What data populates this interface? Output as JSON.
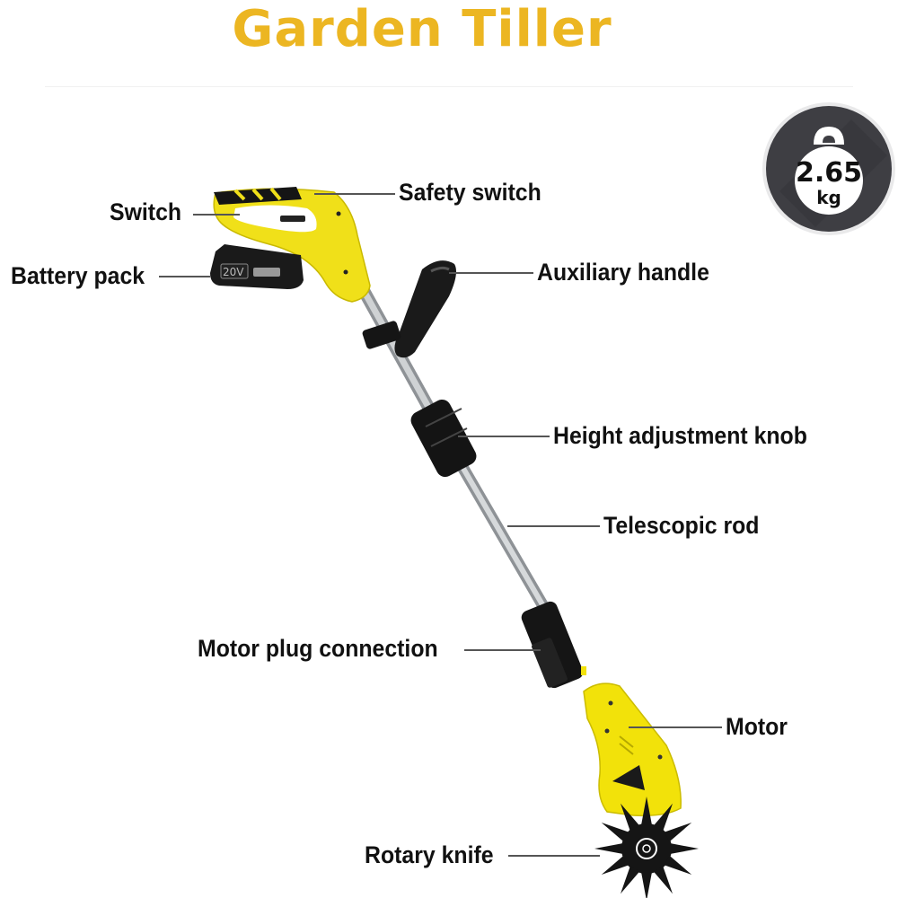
{
  "title": "Garden Tiller",
  "colors": {
    "title": "#ecb622",
    "body_yellow": "#f2e20a",
    "badge_bg": "#3e3e43",
    "badge_inner": "#ffffff",
    "black_parts": "#151515",
    "rod": "#b8bcbf"
  },
  "weight_badge": {
    "value": "2.65",
    "unit": "kg",
    "icon": "kettlebell-weight-icon"
  },
  "battery": {
    "voltage_label": "20V"
  },
  "labels": [
    {
      "id": "switch",
      "text": "Switch"
    },
    {
      "id": "safety-switch",
      "text": "Safety switch"
    },
    {
      "id": "battery-pack",
      "text": "Battery pack"
    },
    {
      "id": "auxiliary-handle",
      "text": "Auxiliary handle"
    },
    {
      "id": "height-adjustment-knob",
      "text": "Height adjustment knob"
    },
    {
      "id": "telescopic-rod",
      "text": "Telescopic rod"
    },
    {
      "id": "motor-plug-connection",
      "text": "Motor plug connection"
    },
    {
      "id": "motor",
      "text": "Motor"
    },
    {
      "id": "rotary-knife",
      "text": "Rotary knife"
    }
  ]
}
